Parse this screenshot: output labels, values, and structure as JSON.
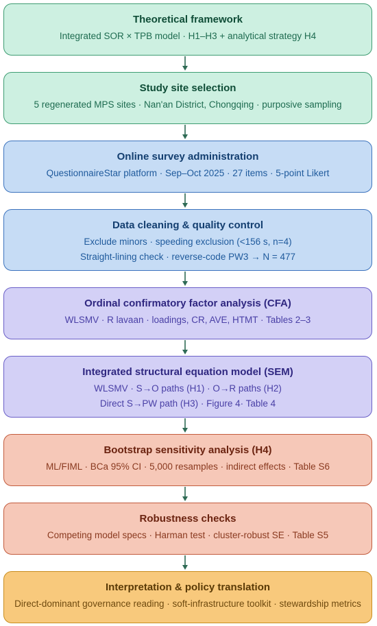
{
  "steps": [
    {
      "title": "Theoretical framework",
      "lines": [
        "Integrated SOR × TPB model · H1–H3 + analytical strategy H4"
      ]
    },
    {
      "title": "Study site selection",
      "lines": [
        "5 regenerated MPS sites · Nan'an District, Chongqing · purposive sampling"
      ]
    },
    {
      "title": "Online survey administration",
      "lines": [
        "QuestionnaireStar platform · Sep–Oct 2025 · 27 items · 5-point Likert"
      ]
    },
    {
      "title": "Data cleaning & quality control",
      "lines": [
        "Exclude minors · speeding exclusion (<156 s, n=4)",
        "Straight-lining check · reverse-code PW3 → N = 477"
      ]
    },
    {
      "title": "Ordinal confirmatory factor analysis (CFA)",
      "lines": [
        "WLSMV · R lavaan · loadings, CR, AVE, HTMT · Tables 2–3"
      ]
    },
    {
      "title": "Integrated structural equation model (SEM)",
      "lines": [
        "WLSMV · S→O paths (H1) · O→R paths (H2)",
        "Direct S→PW path (H3) · Figure 4· Table 4"
      ]
    },
    {
      "title": "Bootstrap sensitivity analysis (H4)",
      "lines": [
        "ML/FIML · BCa 95% CI · 5,000 resamples · indirect effects · Table S6"
      ]
    },
    {
      "title": "Robustness checks",
      "lines": [
        "Competing model specs · Harman test · cluster-robust SE · Table S5"
      ]
    },
    {
      "title": "Interpretation & policy translation",
      "lines": [
        "Direct-dominant governance reading · soft-infrastructure toolkit · stewardship metrics"
      ]
    }
  ],
  "colors": {
    "green": "#cdf0e1",
    "blue": "#c6dcf5",
    "violet": "#d3d0f6",
    "salmon": "#f6c8b8",
    "orange": "#f8c97c",
    "arrow": "#2f6b55"
  }
}
